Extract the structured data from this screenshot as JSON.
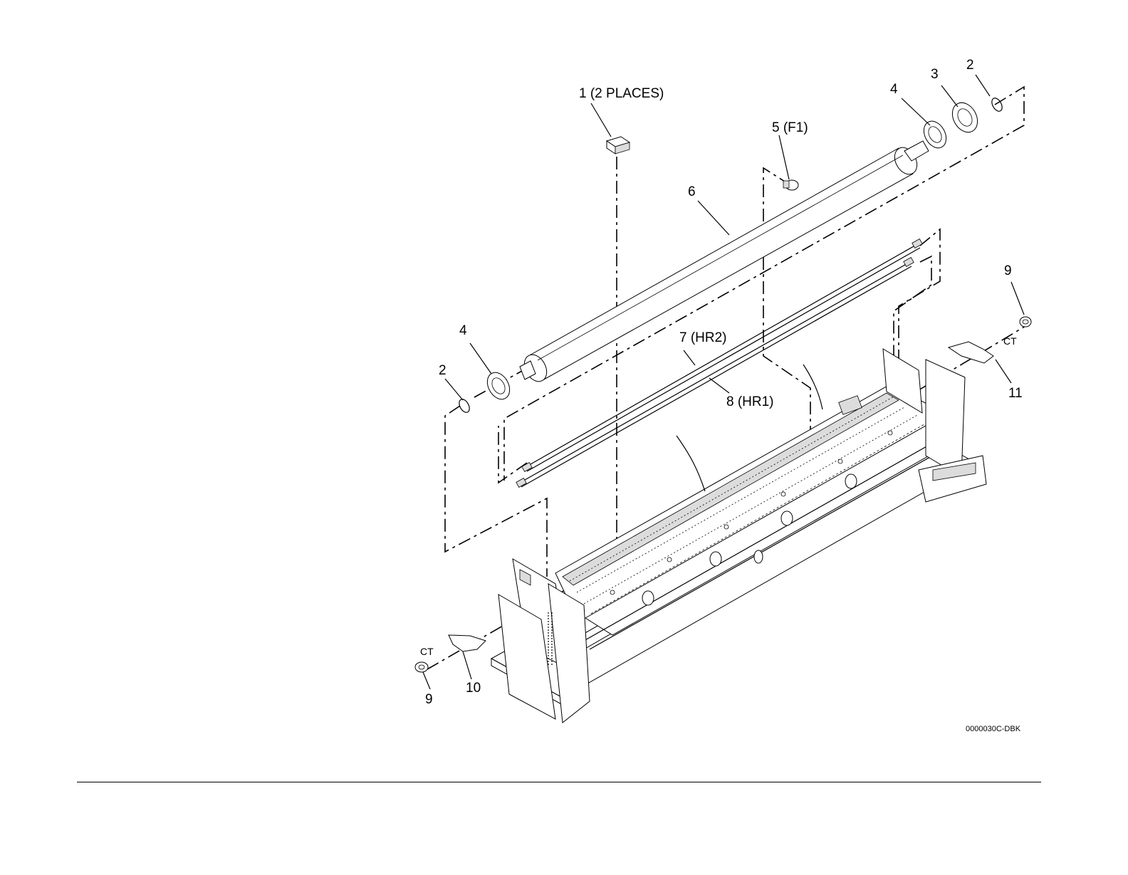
{
  "callouts": {
    "c1": "1 (2 PLACES)",
    "c2a": "2",
    "c2b": "2",
    "c3": "3",
    "c4a": "4",
    "c4b": "4",
    "c5": "5 (F1)",
    "c6": "6",
    "c7": "7 (HR2)",
    "c8": "8 (HR1)",
    "c9a": "9",
    "c9b": "9",
    "c10": "10",
    "c11": "11",
    "ct_left": "CT",
    "ct_right": "CT"
  },
  "figure_code": "0000030C-DBK"
}
